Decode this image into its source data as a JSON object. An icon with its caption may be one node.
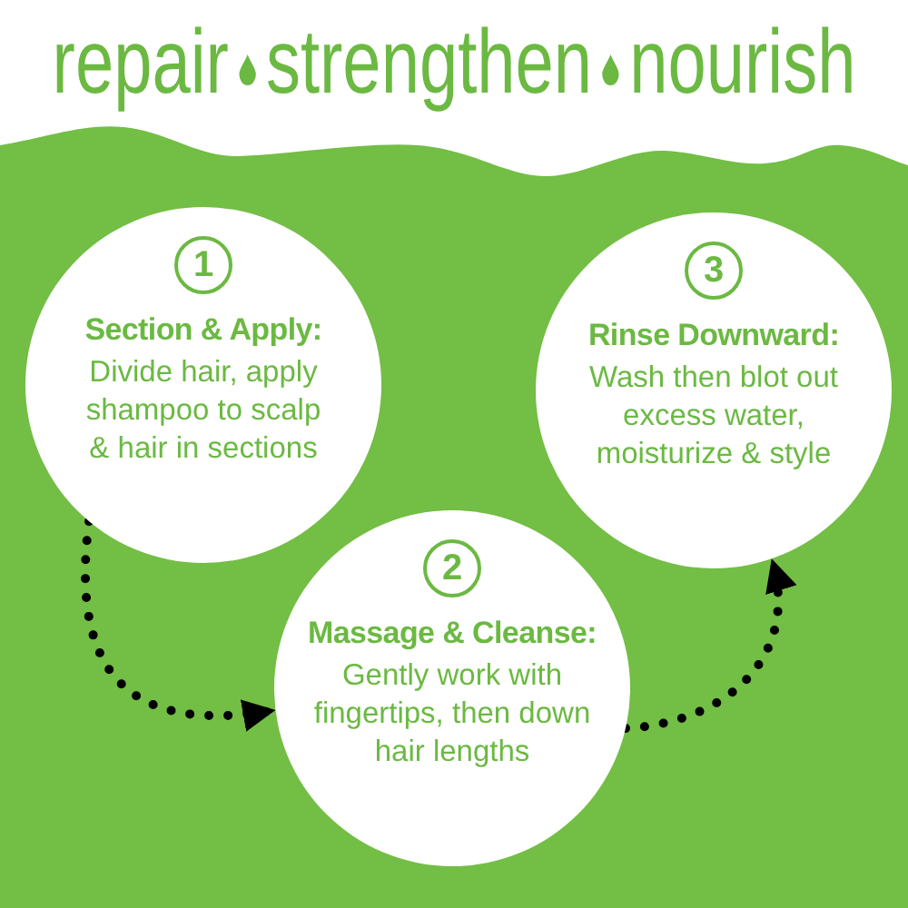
{
  "diagram": {
    "title": "repair strengthen nourish",
    "nodes": [
      {
        "text": [
          "Section & Apply:",
          "Divide hair, apply shampoo to scalp & hair in sections"
        ]
      },
      {
        "text": [
          "1"
        ],
        "in": 0
      },
      {
        "text": [
          "Massage & Cleanse:",
          "Gently work with fingertips, then down hair lengths"
        ]
      },
      {
        "text": [
          "2"
        ],
        "in": 2
      },
      {
        "text": [
          "Rinse Downward:",
          "Wash then blot out excess water, moisturize & style"
        ]
      },
      {
        "text": [
          "3"
        ],
        "in": 4
      }
    ],
    "edges": [
      {
        "from": 0,
        "to": 2,
        "arrow": "to",
        "style": "dashed"
      },
      {
        "from": 2,
        "to": 4,
        "arrow": "to",
        "style": "dashed"
      }
    ]
  }
}
